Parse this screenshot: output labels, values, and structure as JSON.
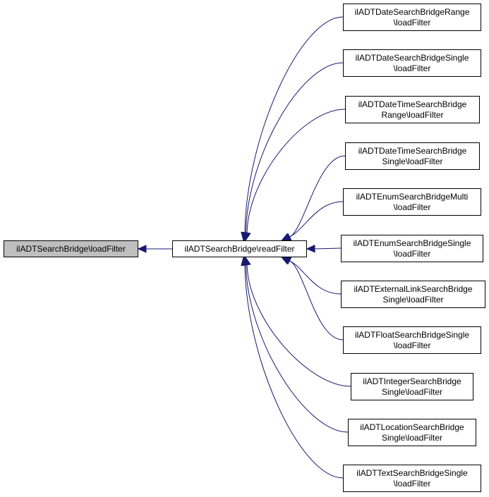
{
  "colors": {
    "edge": "#191970",
    "root_fill": "#bfbfbf",
    "node_fill": "#ffffff",
    "border": "#000000"
  },
  "root": {
    "line1": "ilADTSearchBridge\\loadFilter"
  },
  "center": {
    "line1": "ilADTSearchBridge\\readFilter"
  },
  "callers": [
    {
      "line1": "ilADTDateSearchBridgeRange",
      "line2": "\\loadFilter"
    },
    {
      "line1": "ilADTDateSearchBridgeSingle",
      "line2": "\\loadFilter"
    },
    {
      "line1": "ilADTDateTimeSearchBridge",
      "line2": "Range\\loadFilter"
    },
    {
      "line1": "ilADTDateTimeSearchBridge",
      "line2": "Single\\loadFilter"
    },
    {
      "line1": "ilADTEnumSearchBridgeMulti",
      "line2": "\\loadFilter"
    },
    {
      "line1": "ilADTEnumSearchBridgeSingle",
      "line2": "\\loadFilter"
    },
    {
      "line1": "ilADTExternalLinkSearchBridge",
      "line2": "Single\\loadFilter"
    },
    {
      "line1": "ilADTFloatSearchBridgeSingle",
      "line2": "\\loadFilter"
    },
    {
      "line1": "ilADTIntegerSearchBridge",
      "line2": "Single\\loadFilter"
    },
    {
      "line1": "ilADTLocationSearchBridge",
      "line2": "Single\\loadFilter"
    },
    {
      "line1": "ilADTTextSearchBridgeSingle",
      "line2": "\\loadFilter"
    }
  ]
}
